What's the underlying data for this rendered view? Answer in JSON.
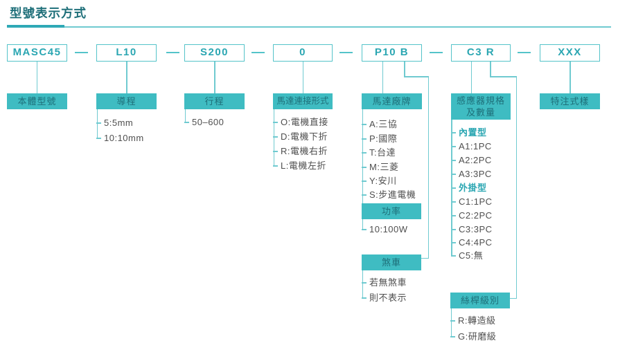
{
  "title": "型號表示方式",
  "colors": {
    "teal": "#3fbcc2",
    "teal-border": "#54c3c9",
    "teal-line": "#6fcad0",
    "teal-dark": "#1e6f79",
    "teal-strong": "#2fa9b6",
    "code-teal": "#2aa6b2",
    "text-gray": "#4f4f4f"
  },
  "model_code": {
    "example": "MASC45 — L10 — S200 — 0 — P10 B — C3 R — XXX",
    "segments": [
      {
        "code": "MASC45",
        "label": "本體型號",
        "options": []
      },
      {
        "code": "L10",
        "label": "導程",
        "options": [
          "5:5mm",
          "10:10mm"
        ]
      },
      {
        "code": "S200",
        "label": "行程",
        "options": [
          "50–600"
        ]
      },
      {
        "code": "0",
        "label": "馬達連接形式",
        "options": [
          "O:電機直接",
          "D:電機下折",
          "R:電機右折",
          "L:電機左折"
        ]
      },
      {
        "code": "P10 B",
        "label": "馬達廠牌",
        "options": [
          "A:三協",
          "P:國際",
          "T:台達",
          "M:三菱",
          "Y:安川",
          "S:步進電機"
        ],
        "sub_sections": [
          {
            "label": "功率",
            "options": [
              "10:100W"
            ]
          },
          {
            "label": "煞車",
            "options": [
              "若無煞車",
              "則不表示"
            ]
          }
        ]
      },
      {
        "code": "C3 R",
        "label": "感應器規格及數量",
        "label_lines": [
          "感應器規格",
          "及數量"
        ],
        "options": [
          "內置型",
          "A1:1PC",
          "A2:2PC",
          "A3:3PC",
          "外掛型",
          "C1:1PC",
          "C2:2PC",
          "C3:3PC",
          "C4:4PC",
          "C5:無"
        ],
        "sub_sections": [
          {
            "label": "絲桿級別",
            "options": [
              "R:轉造級",
              "G:研磨級"
            ]
          }
        ]
      },
      {
        "code": "XXX",
        "label": "特注式樣",
        "options": []
      }
    ]
  }
}
